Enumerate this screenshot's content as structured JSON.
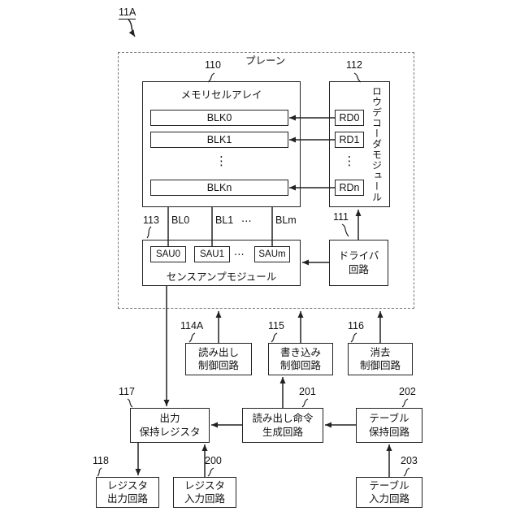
{
  "figure": {
    "ref": "11A"
  },
  "plane": {
    "label": "プレーン",
    "mca": {
      "ref": "110",
      "title": "メモリセルアレイ",
      "blocks": [
        "BLK0",
        "BLK1",
        "BLKn"
      ],
      "vdots": "⋮"
    },
    "rdm": {
      "ref": "112",
      "title": "ロウデコーダモジュール",
      "units": [
        "RD0",
        "RD1",
        "RDn"
      ],
      "vdots": "⋮"
    },
    "bitlines": {
      "ref": "113",
      "labels": [
        "BL0",
        "BL1",
        "⋯",
        "BLm"
      ]
    },
    "sam": {
      "title": "センスアンプモジュール",
      "units": [
        "SAU0",
        "SAU1",
        "SAUm"
      ],
      "hdots": "⋯"
    },
    "driver": {
      "ref": "111",
      "label": "ドライバ\n回路"
    }
  },
  "circuits": {
    "read_ctrl": {
      "ref": "114A",
      "label": "読み出し\n制御回路"
    },
    "write_ctrl": {
      "ref": "115",
      "label": "書き込み\n制御回路"
    },
    "erase_ctrl": {
      "ref": "116",
      "label": "消去\n制御回路"
    },
    "out_reg": {
      "ref": "117",
      "label": "出力\n保持レジスタ"
    },
    "read_cmd_gen": {
      "ref": "201",
      "label": "読み出し命令\n生成回路"
    },
    "table_hold": {
      "ref": "202",
      "label": "テーブル\n保持回路"
    },
    "reg_out": {
      "ref": "118",
      "label": "レジスタ\n出力回路"
    },
    "reg_in": {
      "ref": "200",
      "label": "レジスタ\n入力回路"
    },
    "table_in": {
      "ref": "203",
      "label": "テーブル\n入力回路"
    }
  },
  "colors": {
    "line": "#222222",
    "dash": "#777777"
  }
}
